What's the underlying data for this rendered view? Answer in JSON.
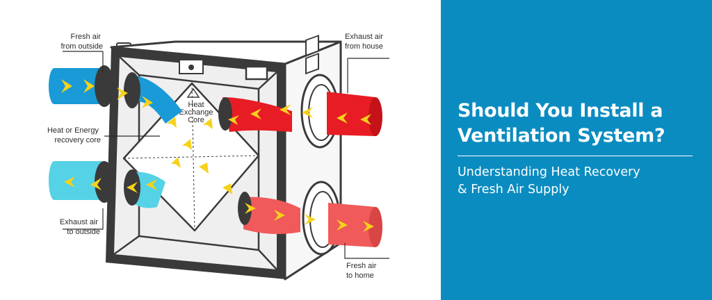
{
  "diagram": {
    "labels": {
      "fresh_air_outside_1": "Fresh air",
      "fresh_air_outside_2": "from outside",
      "recovery_core_1": "Heat or Energy",
      "recovery_core_2": "recovery core",
      "exhaust_outside_1": "Exhaust air",
      "exhaust_outside_2": "to outside",
      "exhaust_house_1": "Exhaust air",
      "exhaust_house_2": "from house",
      "fresh_home_1": "Fresh air",
      "fresh_home_2": "to home",
      "core_1": "Heat",
      "core_2": "Exchange",
      "core_3": "Core"
    },
    "colors": {
      "fresh_blue": "#1a9ad6",
      "light_cyan": "#55d2e6",
      "exhaust_red": "#e81c24",
      "warm_red": "#f05a5a",
      "arrow_yellow": "#f6d21a",
      "frame_dark": "#3a3a3a",
      "interior_gray": "#eeeeee"
    }
  },
  "panel": {
    "title_line1": "Should You Install a",
    "title_line2": "Ventilation System?",
    "subtitle_line1": "Understanding Heat Recovery",
    "subtitle_line2": "& Fresh Air Supply",
    "background": "#0a8cc0"
  }
}
